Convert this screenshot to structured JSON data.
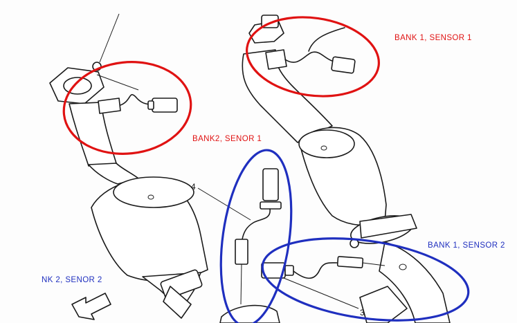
{
  "colors": {
    "background": "#fdfdfd",
    "upstream": "#e01212",
    "downstream": "#1f2fbf",
    "linework": "#1a1a1a"
  },
  "labels": {
    "bank1_sensor1": "BANK 1, SENSOR 1",
    "bank2_sensor1": "BANK2, SENOR 1",
    "bank1_sensor2": "BANK 1, SENSOR 2",
    "bank2_sensor2": "NK 2, SENOR 2"
  },
  "callouts": {
    "four": "4",
    "three": "3"
  },
  "icons": {
    "direction": "arrow-icon"
  }
}
